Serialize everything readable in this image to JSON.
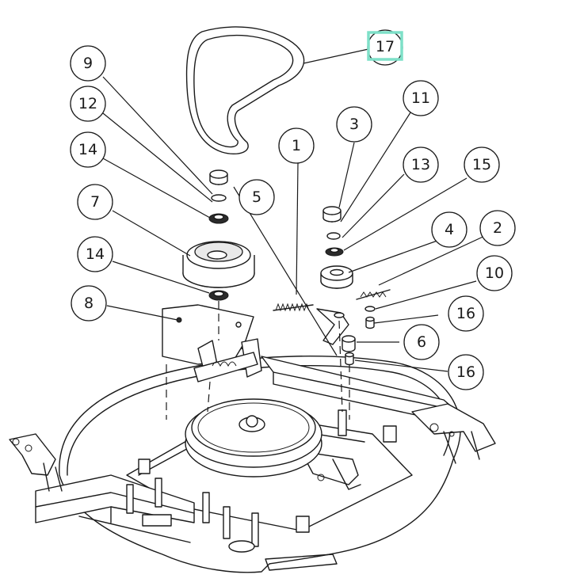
{
  "diagram": {
    "callouts": {
      "c1": "1",
      "c2": "2",
      "c3": "3",
      "c4": "4",
      "c5": "5",
      "c6": "6",
      "c7": "7",
      "c8": "8",
      "c9": "9",
      "c10": "10",
      "c11": "11",
      "c12": "12",
      "c13": "13",
      "c14a": "14",
      "c14b": "14",
      "c15": "15",
      "c16a": "16",
      "c16b": "16",
      "c17": "17"
    },
    "highlighted_callout": "17",
    "highlight_color": "#7ee0c8",
    "line_color": "#1a1a1a"
  }
}
